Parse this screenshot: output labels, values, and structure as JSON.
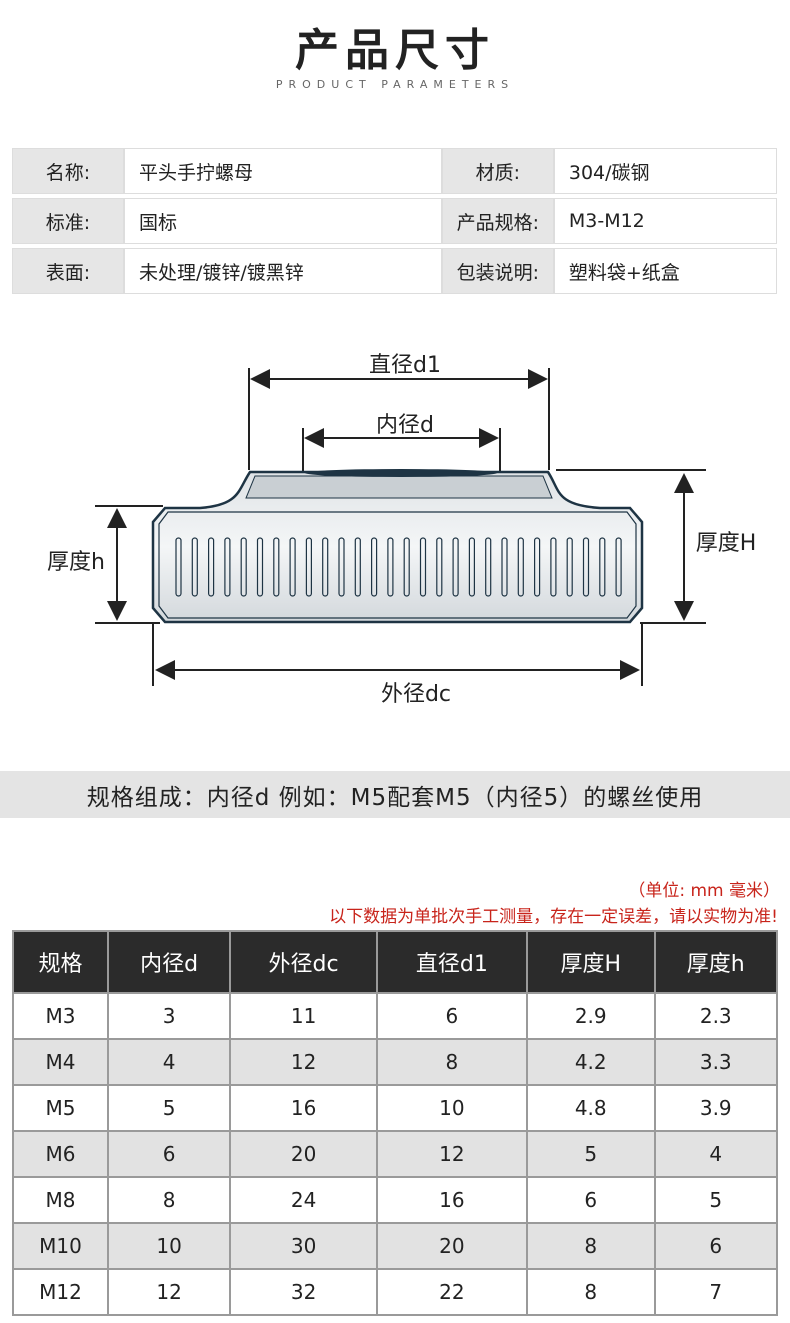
{
  "header": {
    "title": "产品尺寸",
    "subtitle": "PRODUCT PARAMETERS"
  },
  "params": [
    {
      "label1": "名称:",
      "value1": "平头手拧螺母",
      "label2": "材质:",
      "value2": "304/碳钢"
    },
    {
      "label1": "标准:",
      "value1": "国标",
      "label2": "产品规格:",
      "value2": "M3-M12"
    },
    {
      "label1": "表面:",
      "value1": "未处理/镀锌/镀黑锌",
      "label2": "包装说明:",
      "value2": "塑料袋+纸盒"
    }
  ],
  "diagram": {
    "d1_label": "直径d1",
    "d_label": "内径d",
    "H_label": "厚度H",
    "h_label": "厚度h",
    "dc_label": "外径dc"
  },
  "note": "规格组成：内径d 例如：M5配套M5（内径5）的螺丝使用",
  "unit": "（单位: mm 毫米）",
  "disclaimer": "以下数据为单批次手工测量，存在一定误差，请以实物为准!",
  "specs": {
    "columns": [
      "规格",
      "内径d",
      "外径dc",
      "直径d1",
      "厚度H",
      "厚度h"
    ],
    "rows": [
      [
        "M3",
        "3",
        "11",
        "6",
        "2.9",
        "2.3"
      ],
      [
        "M4",
        "4",
        "12",
        "8",
        "4.2",
        "3.3"
      ],
      [
        "M5",
        "5",
        "16",
        "10",
        "4.8",
        "3.9"
      ],
      [
        "M6",
        "6",
        "20",
        "12",
        "5",
        "4"
      ],
      [
        "M8",
        "8",
        "24",
        "16",
        "6",
        "5"
      ],
      [
        "M10",
        "10",
        "30",
        "20",
        "8",
        "6"
      ],
      [
        "M12",
        "12",
        "32",
        "22",
        "8",
        "7"
      ]
    ]
  },
  "colors": {
    "accent_red": "#c8241b",
    "header_dark": "#2b2b2b",
    "row_gray": "#e2e2e2"
  }
}
